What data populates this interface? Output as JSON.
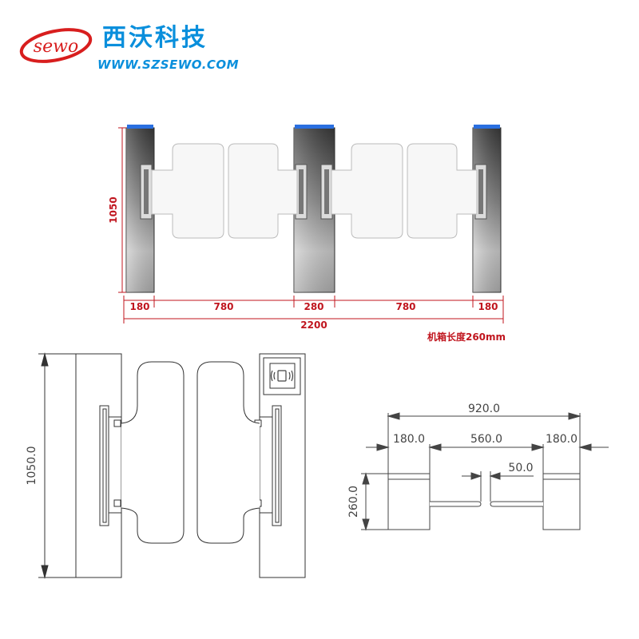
{
  "brand": {
    "logo_text": "sewo",
    "name_cn": "西沃科技",
    "url": "WWW.SZSEWO.COM"
  },
  "front_view": {
    "height_label": "1050",
    "segment_labels": [
      "180",
      "780",
      "280",
      "780",
      "180"
    ],
    "total_label": "2200",
    "note": "机箱长度260mm"
  },
  "side_view": {
    "height_label": "1050.0"
  },
  "top_view": {
    "total_label": "920.0",
    "left_label": "180.0",
    "middle_label": "560.0",
    "right_label": "180.0",
    "gap_label": "50.0",
    "depth_label": "260.0"
  },
  "colors": {
    "brand_blue": "#0a8fdc",
    "logo_red": "#d81e1e",
    "dimension_red": "#c0151e",
    "led_blue": "#2a6fe0"
  }
}
